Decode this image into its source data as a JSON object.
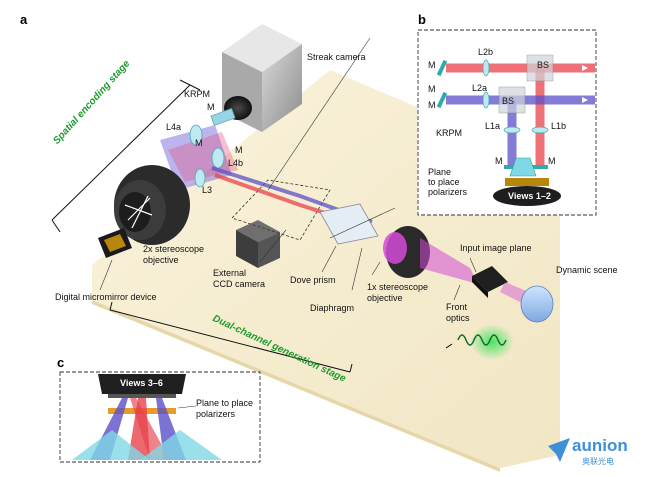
{
  "panels": {
    "a": "a",
    "b": "b",
    "c": "c"
  },
  "stages": {
    "spatial_encoding": "Spatial encoding stage",
    "dual_channel": "Dual-channel generation stage"
  },
  "labels": {
    "streak_camera": "Streak camera",
    "krpm": "KRPM",
    "l4a": "L4a",
    "l4b": "L4b",
    "l3": "L3",
    "m1": "M",
    "m2": "M",
    "m3": "M",
    "stereo2x_line1": "2x stereoscope",
    "stereo2x_line2": "objective",
    "dmd": "Digital micromirror device",
    "ext_ccd_line1": "External",
    "ext_ccd_line2": "CCD camera",
    "dove_prism": "Dove prism",
    "diaphragm": "Diaphragm",
    "stereo1x_line1": "1x stereoscope",
    "stereo1x_line2": "objective",
    "input_image_plane": "Input image plane",
    "dynamic_scene": "Dynamic scene",
    "front_optics_line1": "Front",
    "front_optics_line2": "optics"
  },
  "inset_b": {
    "m_a": "M",
    "m_b": "M",
    "m_c": "M",
    "m_d": "M",
    "l2b": "L2b",
    "l2a": "L2a",
    "l1a": "L1a",
    "l1b": "L1b",
    "bs1": "BS",
    "bs2": "BS",
    "krpm": "KRPM",
    "plane_line1": "Plane",
    "plane_line2": "to place",
    "plane_line3": "polarizers",
    "views": "Views 1–2"
  },
  "inset_c": {
    "views": "Views 3–6",
    "plane_line1": "Plane to place",
    "plane_line2": "polarizers"
  },
  "logo": {
    "brand": "aunion",
    "sub": "奥联光电"
  },
  "colors": {
    "table": "#f6edcf",
    "red_beam": "#e8414a",
    "blue_beam": "#5a4fc8",
    "magenta_beam": "#d44ad6",
    "green_accent": "#1c9a2c",
    "cyan": "#7fd8e6",
    "logo_blue": "#3e8fd8"
  }
}
